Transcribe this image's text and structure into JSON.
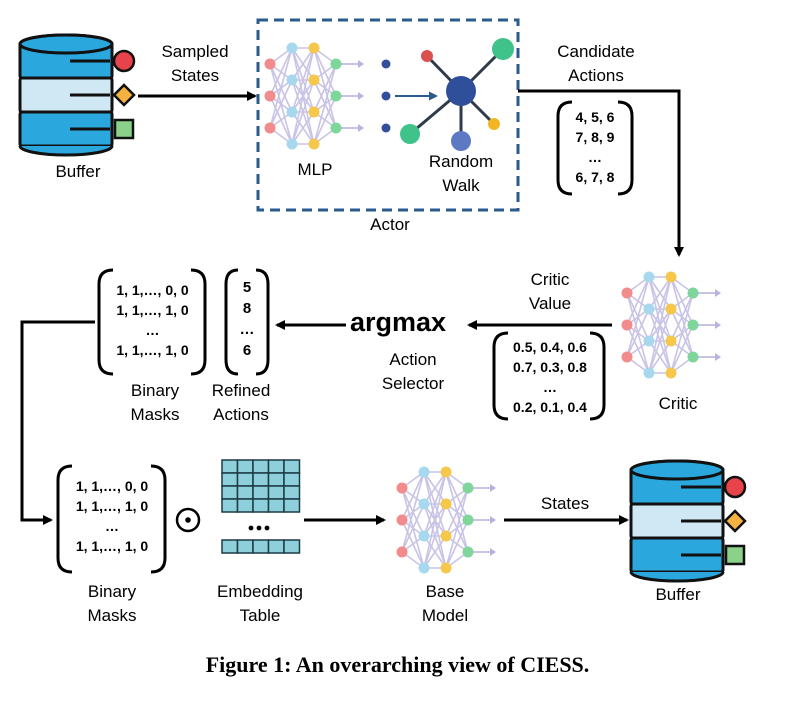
{
  "labels": {
    "buffer_top": "Buffer",
    "sampled_states": [
      "Sampled",
      "States"
    ],
    "mlp": "MLP",
    "random_walk": [
      "Random",
      "Walk"
    ],
    "actor": "Actor",
    "candidate_actions": [
      "Candidate",
      "Actions"
    ],
    "critic_value": [
      "Critic",
      "Value"
    ],
    "critic": "Critic",
    "argmax": "argmax",
    "action_selector": [
      "Action",
      "Selector"
    ],
    "binary_masks_top": [
      "Binary",
      "Masks"
    ],
    "refined_actions": [
      "Refined",
      "Actions"
    ],
    "binary_masks_bottom": [
      "Binary",
      "Masks"
    ],
    "embedding_table": [
      "Embedding",
      "Table"
    ],
    "base_model": [
      "Base",
      "Model"
    ],
    "states": "States",
    "buffer_bottom": "Buffer",
    "odot": "⊙",
    "ellipsis_dots": "•••"
  },
  "matrices": {
    "candidate_actions": [
      "4, 5, 6",
      "7, 8, 9",
      "…",
      "6, 7, 8"
    ],
    "critic_values": [
      "0.5, 0.4, 0.6",
      "0.7, 0.3, 0.8",
      "…",
      "0.2, 0.1, 0.4"
    ],
    "binary_masks_top": [
      "1, 1,…, 0, 0",
      "1, 1,…, 1, 0",
      "…",
      "1, 1,…, 1, 0"
    ],
    "refined_actions": [
      "5",
      "8",
      "…",
      "6"
    ],
    "binary_masks_bottom": [
      "1, 1,…, 0, 0",
      "1, 1,…, 1, 0",
      "…",
      "1, 1,…, 1, 0"
    ]
  },
  "caption": "Figure 1: An overarching view of CIESS.",
  "colors": {
    "db_blue": "#2aa7dd",
    "db_light": "#cfe8f3",
    "red": "#e8424a",
    "orange": "#f5b240",
    "green": "#8bd18a",
    "dashed_border": "#2a5a8e",
    "node_navy": "#2f4f9a",
    "node_mid": "#5e79c4",
    "node_green": "#3fc38b",
    "node_red": "#d9514e",
    "node_yellow": "#f1b622",
    "table_fill": "#8ecfdc"
  }
}
